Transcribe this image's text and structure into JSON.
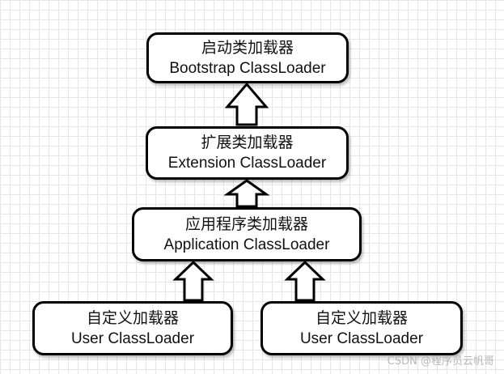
{
  "diagram": {
    "nodes": {
      "bootstrap": {
        "title": "启动类加载器",
        "subtitle": "Bootstrap ClassLoader"
      },
      "extension": {
        "title": "扩展类加载器",
        "subtitle": "Extension ClassLoader"
      },
      "application": {
        "title": "应用程序类加载器",
        "subtitle": "Application ClassLoader"
      },
      "user_left": {
        "title": "自定义加载器",
        "subtitle": "User ClassLoader"
      },
      "user_right": {
        "title": "自定义加载器",
        "subtitle": "User ClassLoader"
      }
    },
    "edges": [
      {
        "from": "extension",
        "to": "bootstrap"
      },
      {
        "from": "application",
        "to": "extension"
      },
      {
        "from": "user_left",
        "to": "application"
      },
      {
        "from": "user_right",
        "to": "application"
      }
    ]
  },
  "watermark": "CSDN @程序员云帆哥"
}
